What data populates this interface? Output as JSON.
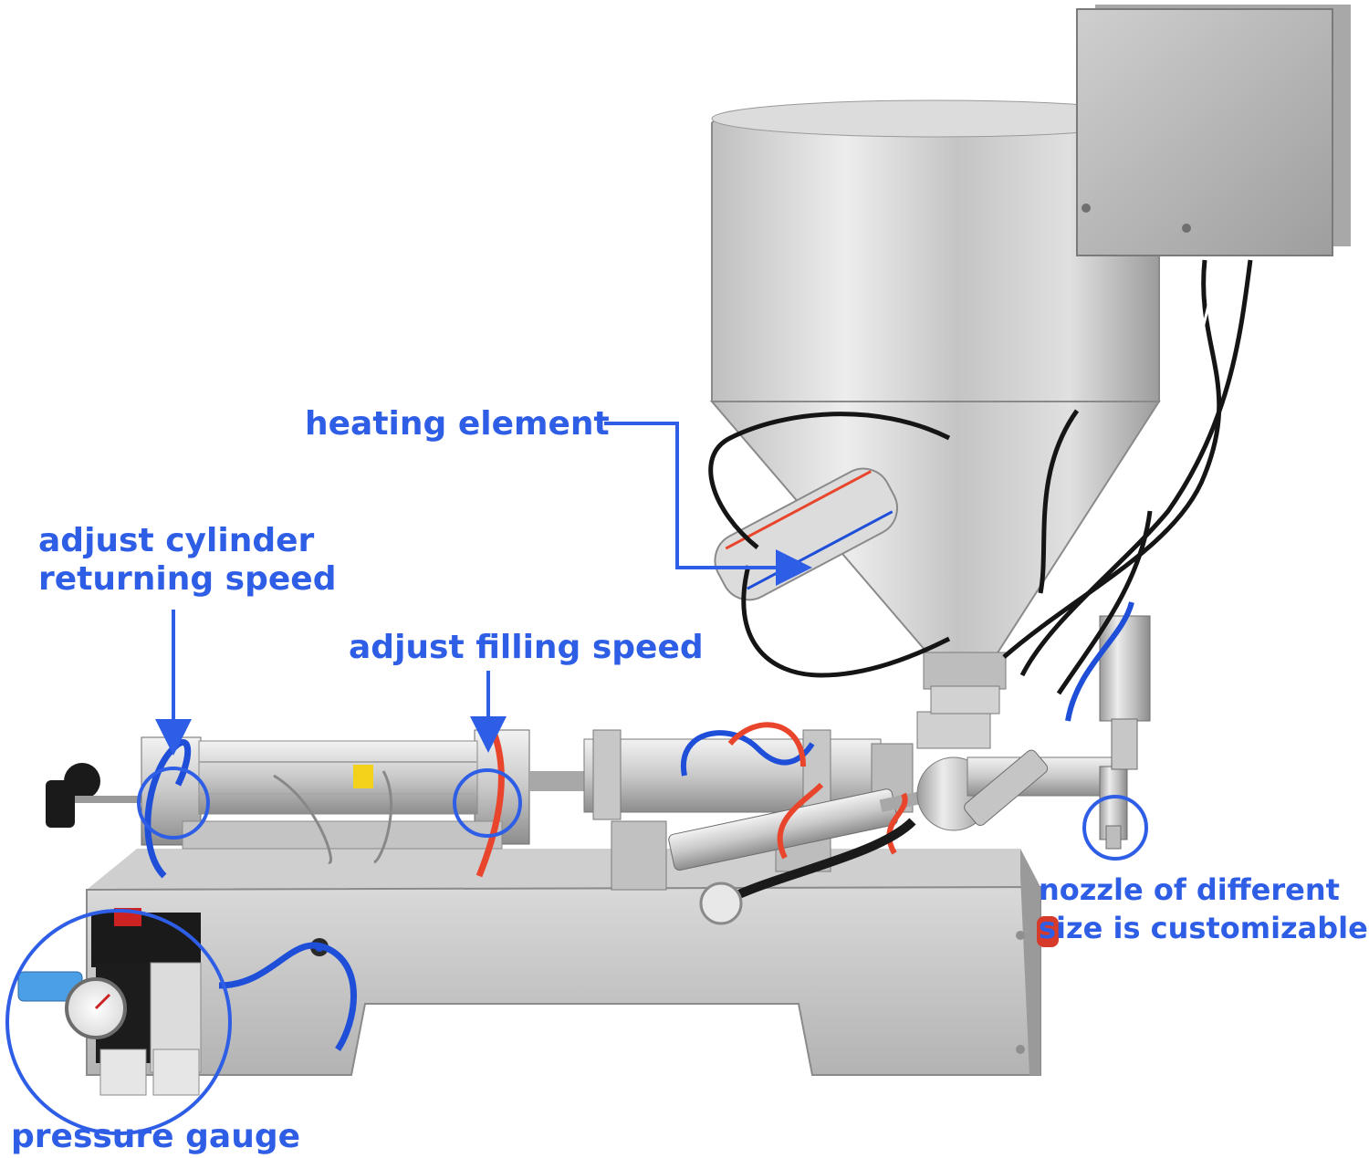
{
  "colors": {
    "annotation_blue": "#2f5ee6",
    "steel_light": "#e4e4e4",
    "steel_mid": "#b8b8b8",
    "steel_dark": "#7a7a7a",
    "tube_blue": "#1f4fd8",
    "tube_red": "#e8452c",
    "knob_black": "#1a1a1a"
  },
  "labels": {
    "heating_element": "heating element",
    "adjust_cylinder_line1": "adjust cylinder",
    "adjust_cylinder_line2": "returning speed",
    "adjust_filling_speed": "adjust filling speed",
    "nozzle_line1": "nozzle of different",
    "nozzle_line2": "size is customizable",
    "pressure_gauge": "pressure gauge"
  },
  "icons": {
    "arrow": "arrow-icon",
    "highlight": "circle-highlight-icon"
  }
}
